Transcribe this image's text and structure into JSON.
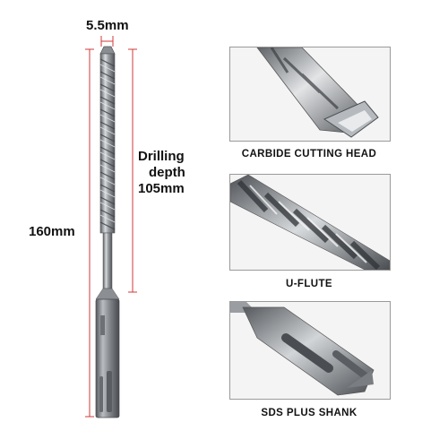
{
  "dimensions": {
    "diameter": "5.5mm",
    "total_length": "160mm",
    "drilling_depth_line1": "Drilling",
    "drilling_depth_line2": "depth",
    "drilling_depth_value": "105mm"
  },
  "details": [
    {
      "caption": "CARBIDE CUTTING HEAD"
    },
    {
      "caption": "U-FLUTE"
    },
    {
      "caption": "SDS PLUS SHANK"
    }
  ],
  "colors": {
    "dimension_line": "#d23a3a",
    "steel": "#8d9196"
  }
}
